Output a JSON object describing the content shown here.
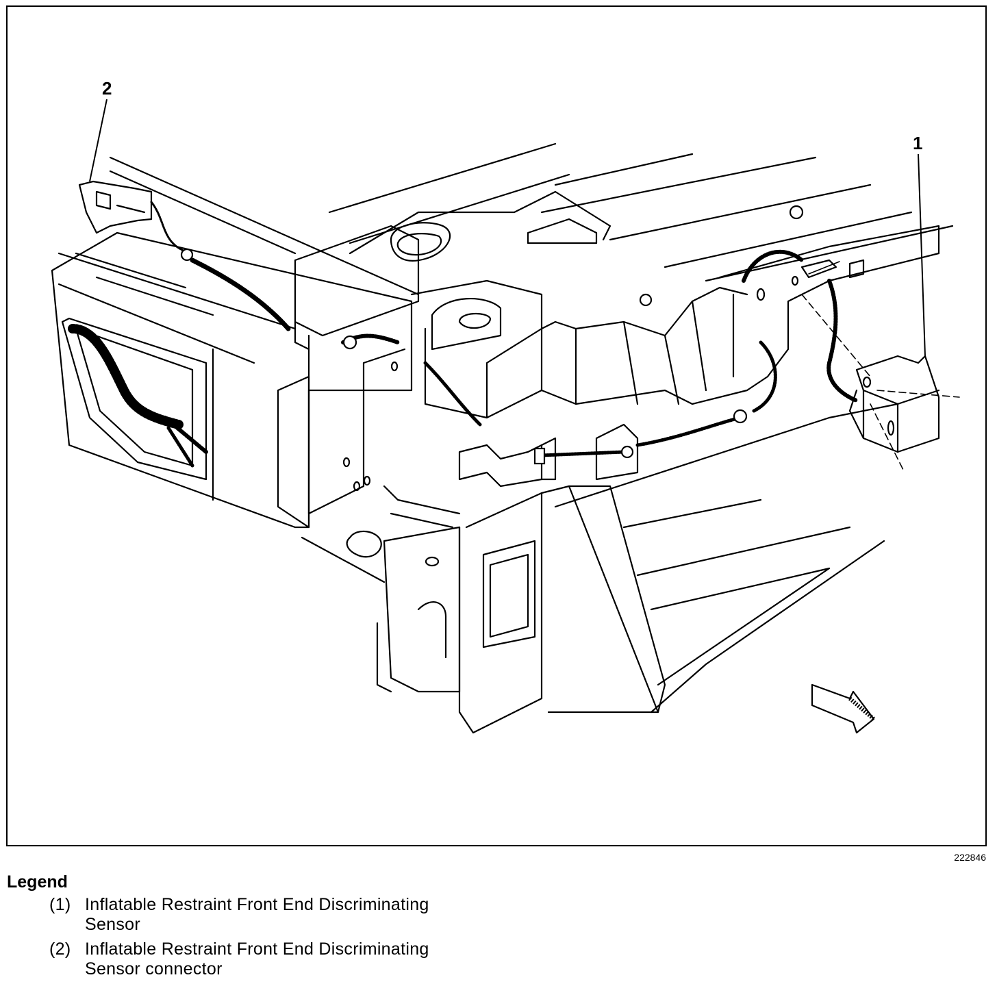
{
  "figure": {
    "id": "222846",
    "callouts": [
      {
        "number": "1"
      },
      {
        "number": "2"
      }
    ]
  },
  "legend": {
    "title": "Legend",
    "items": [
      {
        "number": "(1)",
        "text": "Inflatable Restraint Front End Discriminating Sensor"
      },
      {
        "number": "(2)",
        "text": "Inflatable Restraint Front End Discriminating Sensor connector"
      }
    ]
  },
  "colors": {
    "line": "#000000",
    "background": "#ffffff"
  }
}
